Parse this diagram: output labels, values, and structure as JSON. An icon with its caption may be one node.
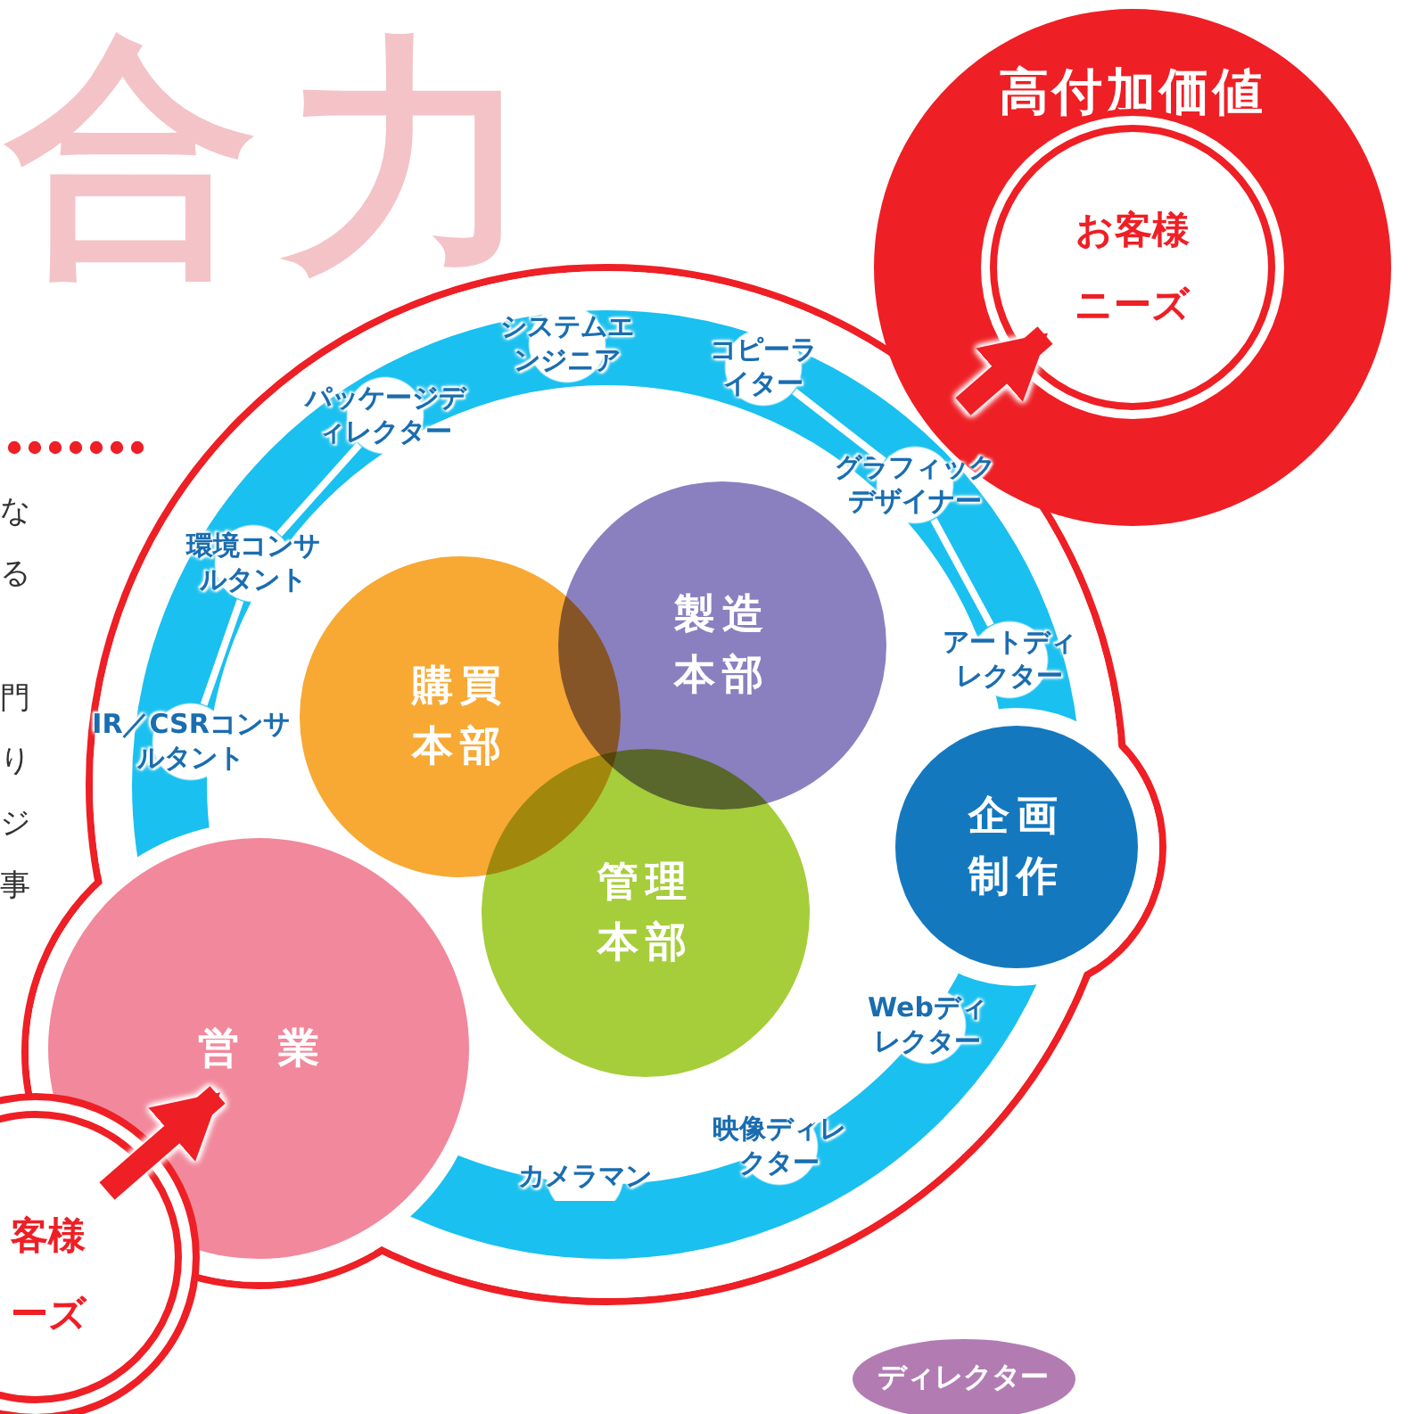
{
  "diagram": {
    "nodes": [
      {
        "text": [
          "高付加価値"
        ]
      },
      {
        "text": [
          "お客様ニーズ"
        ],
        "in": 0
      },
      {
        "text": [
          "購買本部"
        ]
      },
      {
        "text": [
          "製造本部"
        ]
      },
      {
        "text": [
          "管理本部"
        ]
      },
      {
        "text": [
          "企画制作"
        ]
      },
      {
        "text": [
          "営業"
        ]
      },
      {
        "text": [
          "客様",
          "ーズ"
        ]
      },
      {
        "text": [
          "システムエンジニア"
        ]
      },
      {
        "text": [
          "コピーライター"
        ]
      },
      {
        "text": [
          "パッケージディレクター"
        ]
      },
      {
        "text": [
          "グラフィックデザイナー"
        ]
      },
      {
        "text": [
          "環境コンサルタント"
        ]
      },
      {
        "text": [
          "アートディレクター"
        ]
      },
      {
        "text": [
          "IR／CSRコンサルタント"
        ]
      },
      {
        "text": [
          "Webディレクター"
        ]
      },
      {
        "text": [
          "映像ディレクター"
        ]
      },
      {
        "text": [
          "カメラマン"
        ]
      },
      {
        "text": [
          "ディレクター"
        ]
      }
    ],
    "edges": [
      {
        "from": null,
        "to": 1,
        "arrow": "to",
        "style": "thick",
        "color": "#ee1f25"
      },
      {
        "from": 7,
        "to": 6,
        "arrow": "to",
        "style": "thick",
        "color": "#ee1f25"
      },
      {
        "from": 10,
        "to": 12,
        "arrow": "none"
      },
      {
        "from": 12,
        "to": 14,
        "arrow": "none"
      },
      {
        "from": 9,
        "to": 11,
        "arrow": "none"
      },
      {
        "from": 11,
        "to": 13,
        "arrow": "none"
      },
      {
        "from": 15,
        "to": 16,
        "arrow": "none"
      }
    ],
    "labels": [
      "合",
      "力",
      "な",
      "る",
      "門",
      "り",
      "ジ",
      "事"
    ]
  }
}
